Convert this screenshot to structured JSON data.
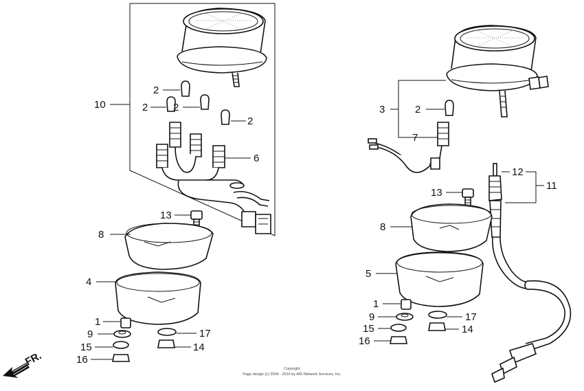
{
  "labels": {
    "l_10": "10",
    "l_2a": "2",
    "l_2b": "2",
    "l_2c": "2",
    "l_2d": "2",
    "l_6": "6",
    "l_13a": "13",
    "l_8a": "8",
    "l_4": "4",
    "l_1a": "1",
    "l_9a": "9",
    "l_15a": "15",
    "l_16a": "16",
    "l_17a": "17",
    "l_14a": "14",
    "l_3": "3",
    "l_2e": "2",
    "l_7": "7",
    "l_12": "12",
    "l_11": "11",
    "l_13b": "13",
    "l_8b": "8",
    "l_5": "5",
    "l_1b": "1",
    "l_9b": "9",
    "l_17b": "17",
    "l_15b": "15",
    "l_14b": "14",
    "l_16b": "16"
  },
  "direction": "FR.",
  "copyright": {
    "line1": "Copyright",
    "line2": "Page design (c) 2004 - 2014 by ARI Network Services, Inc."
  },
  "icons": [
    "front-direction-arrow-icon"
  ]
}
